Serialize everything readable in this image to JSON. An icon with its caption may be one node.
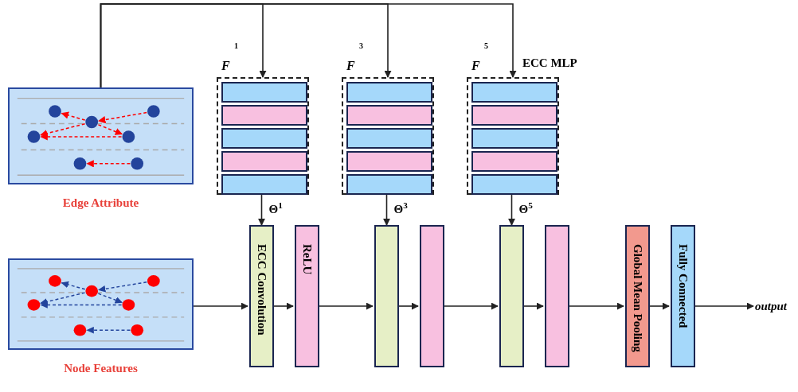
{
  "diagram": {
    "nodes": [
      {
        "text": [
          "Edge Attribute"
        ]
      },
      {
        "text": [
          "Node Features"
        ]
      },
      {
        "text": [
          "F"
        ],
        "beside": [
          "1"
        ]
      },
      {
        "text": [],
        "shape": "bar",
        "in": 2
      },
      {
        "text": [],
        "shape": "bar",
        "in": 2
      },
      {
        "text": [],
        "shape": "bar",
        "in": 2
      },
      {
        "text": [],
        "shape": "bar",
        "in": 2
      },
      {
        "text": [],
        "shape": "bar",
        "in": 2
      },
      {
        "text": [
          "F"
        ],
        "beside": [
          "3"
        ]
      },
      {
        "text": [],
        "shape": "bar",
        "in": 8
      },
      {
        "text": [],
        "shape": "bar",
        "in": 8
      },
      {
        "text": [],
        "shape": "bar",
        "in": 8
      },
      {
        "text": [],
        "shape": "bar",
        "in": 8
      },
      {
        "text": [],
        "shape": "bar",
        "in": 8
      },
      {
        "text": [
          "F"
        ],
        "beside": [
          "5"
        ]
      },
      {
        "text": [],
        "shape": "bar",
        "in": 14
      },
      {
        "text": [],
        "shape": "bar",
        "in": 14
      },
      {
        "text": [],
        "shape": "bar",
        "in": 14
      },
      {
        "text": [],
        "shape": "bar",
        "in": 14
      },
      {
        "text": [],
        "shape": "bar",
        "in": 14
      },
      {
        "text": [
          "ECC Convolution"
        ]
      },
      {
        "text": [
          "ReLU"
        ]
      },
      {
        "text": [],
        "shape": "bar"
      },
      {
        "text": [],
        "shape": "bar"
      },
      {
        "text": [],
        "shape": "bar"
      },
      {
        "text": [],
        "shape": "bar"
      },
      {
        "text": [
          "Global Mean Pooling"
        ]
      },
      {
        "text": [
          "Fully Connected"
        ]
      },
      {
        "text": [
          "output"
        ]
      }
    ],
    "edges": [
      {
        "from": 0,
        "to": 2,
        "arrow": "to"
      },
      {
        "from": 0,
        "to": 8,
        "arrow": "to"
      },
      {
        "from": 0,
        "to": 14,
        "arrow": "to"
      },
      {
        "from": 2,
        "to": 20,
        "arrow": "to",
        "label": "Θ$^{1}$"
      },
      {
        "from": 8,
        "to": 22,
        "arrow": "to",
        "label": "Θ$^{3}$"
      },
      {
        "from": 14,
        "to": 24,
        "arrow": "to",
        "label": "Θ$^{5}$"
      },
      {
        "from": 1,
        "to": 20,
        "arrow": "to"
      },
      {
        "from": 20,
        "to": 21,
        "arrow": "to"
      },
      {
        "from": 21,
        "to": 22,
        "arrow": "to"
      },
      {
        "from": 22,
        "to": 23,
        "arrow": "to"
      },
      {
        "from": 23,
        "to": 24,
        "arrow": "to"
      },
      {
        "from": 24,
        "to": 25,
        "arrow": "to"
      },
      {
        "from": 25,
        "to": 26,
        "arrow": "to"
      },
      {
        "from": 26,
        "to": 27,
        "arrow": "to"
      },
      {
        "from": 27,
        "to": 28,
        "arrow": "to"
      }
    ],
    "labels": [
      "ECC MLP"
    ]
  }
}
